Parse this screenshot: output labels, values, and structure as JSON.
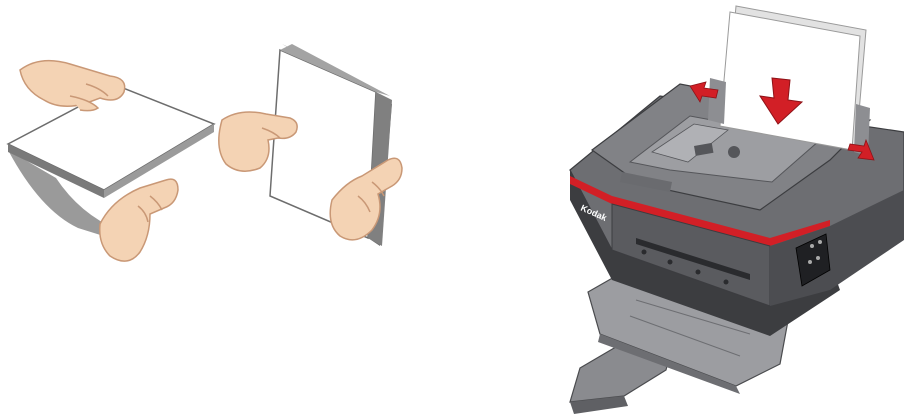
{
  "illustration": {
    "left_scene": "hands-fanning-paper-stack",
    "right_scene": "printer-with-paper-loading",
    "brand_logo_text": "Kodak",
    "colors": {
      "paper": "#ffffff",
      "paper_edge": "#7a7a7a",
      "skin": "#f4d3b4",
      "skin_shadow": "#dcae8a",
      "printer_body": "#6d6e72",
      "printer_dark": "#3c3d40",
      "accent_red": "#d21f26"
    }
  }
}
